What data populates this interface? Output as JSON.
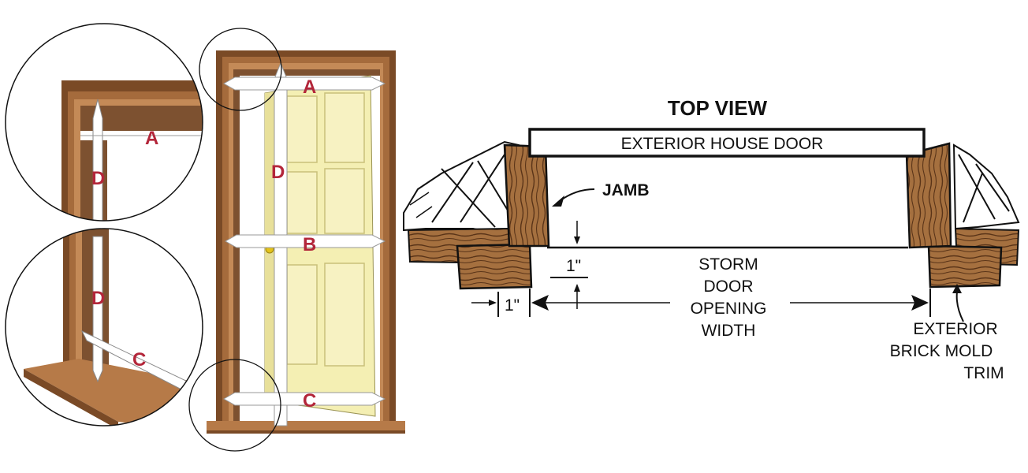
{
  "labels": {
    "a": "A",
    "b": "B",
    "c": "C",
    "d": "D",
    "title": "TOP VIEW",
    "door": "EXTERIOR HOUSE DOOR",
    "jamb": "JAMB",
    "one_inch": "1\"",
    "opening": [
      "STORM",
      "DOOR",
      "OPENING",
      "WIDTH"
    ],
    "trim": [
      "EXTERIOR",
      "BRICK MOLD",
      "TRIM"
    ]
  },
  "colors": {
    "frame": "#8a5a33",
    "frame_dark": "#5a3418",
    "door_panel": "#f4efb3",
    "threshold": "#b67a48",
    "wood": "#9c6a3e",
    "label_red": "#b3263a"
  }
}
